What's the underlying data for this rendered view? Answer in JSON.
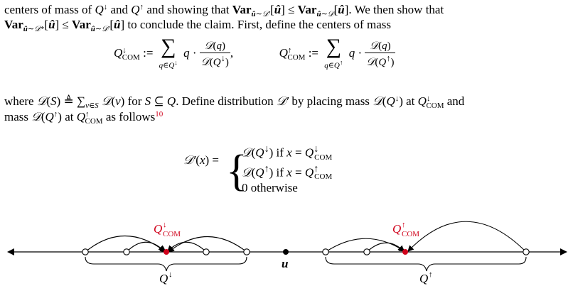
{
  "text": {
    "line1_a": "centers of mass of ",
    "line1_b": " and ",
    "line1_c": " and showing that ",
    "line1_d": ". We then show that",
    "line2_a": " to conclude the claim. First, define the centers of mass",
    "where_a": "where ",
    "where_b": " for ",
    "where_c": ". Define distribution ",
    "where_d": " by placing mass ",
    "where_e": " at ",
    "where_f": " and",
    "mass_a": "mass ",
    "mass_b": " at ",
    "mass_c": " as follows",
    "footnote_mark": "10",
    "case1": " if ",
    "case2": " if ",
    "case3": "0 otherwise"
  },
  "math": {
    "q_down": "Q↓",
    "q_up": "Q↑",
    "var": "Var",
    "com": "COM",
    "u_hat": "û",
    "D": "𝒟",
    "Dprime": "𝒟′",
    "Dstar": "𝒟*"
  },
  "figure": {
    "label_com_down": "COM",
    "label_com_up": "COM",
    "label_q": "Q",
    "label_u": "u",
    "colors": {
      "highlight": "#d0021b",
      "line": "#000000"
    }
  }
}
